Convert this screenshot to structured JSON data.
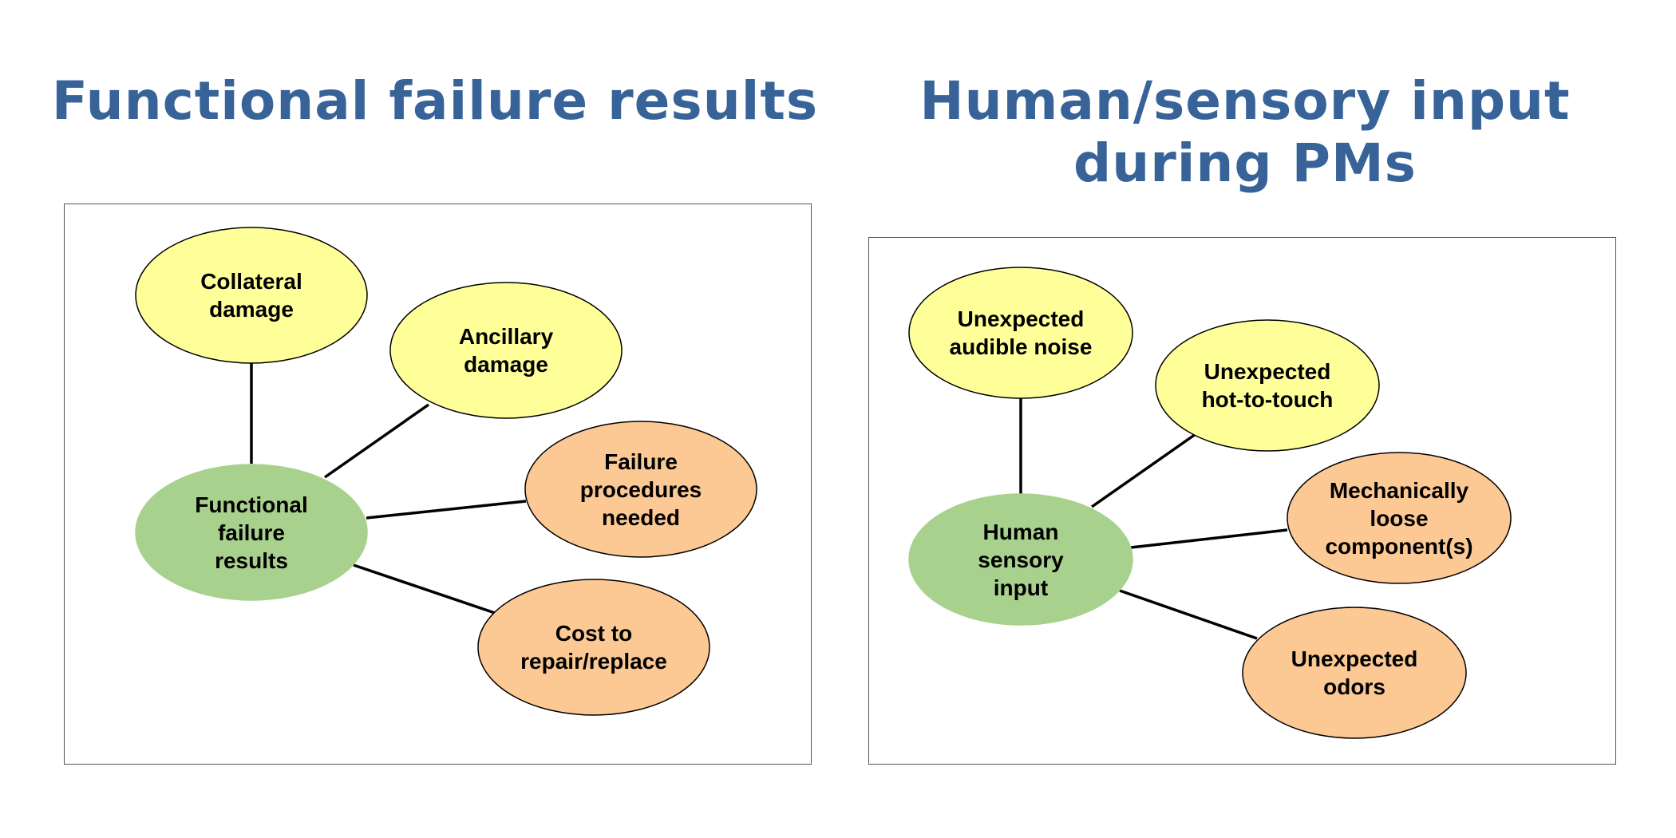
{
  "diagrams": [
    {
      "title": "Functional failure results",
      "center": {
        "label": "Functional\nfailure\nresults",
        "color": "#a9d18e"
      },
      "nodes": [
        {
          "name": "node-collateral-damage",
          "label": "Collateral\ndamage",
          "color": "#ffff99"
        },
        {
          "name": "node-ancillary-damage",
          "label": "Ancillary\ndamage",
          "color": "#ffff99"
        },
        {
          "name": "node-failure-procedures-needed",
          "label": "Failure\nprocedures\nneeded",
          "color": "#fcc894"
        },
        {
          "name": "node-cost-to-repair-replace",
          "label": "Cost to\nrepair/replace",
          "color": "#fcc894"
        }
      ]
    },
    {
      "title": "Human/sensory input\nduring PMs",
      "center": {
        "label": "Human\nsensory\ninput",
        "color": "#a9d18e"
      },
      "nodes": [
        {
          "name": "node-unexpected-audible-noise",
          "label": "Unexpected\naudible noise",
          "color": "#ffff99"
        },
        {
          "name": "node-unexpected-hot-to-touch",
          "label": "Unexpected\nhot-to-touch",
          "color": "#ffff99"
        },
        {
          "name": "node-mechanically-loose-components",
          "label": "Mechanically\nloose\ncomponent(s)",
          "color": "#fcc894"
        },
        {
          "name": "node-unexpected-odors",
          "label": "Unexpected\nodors",
          "color": "#fcc894"
        }
      ]
    }
  ]
}
